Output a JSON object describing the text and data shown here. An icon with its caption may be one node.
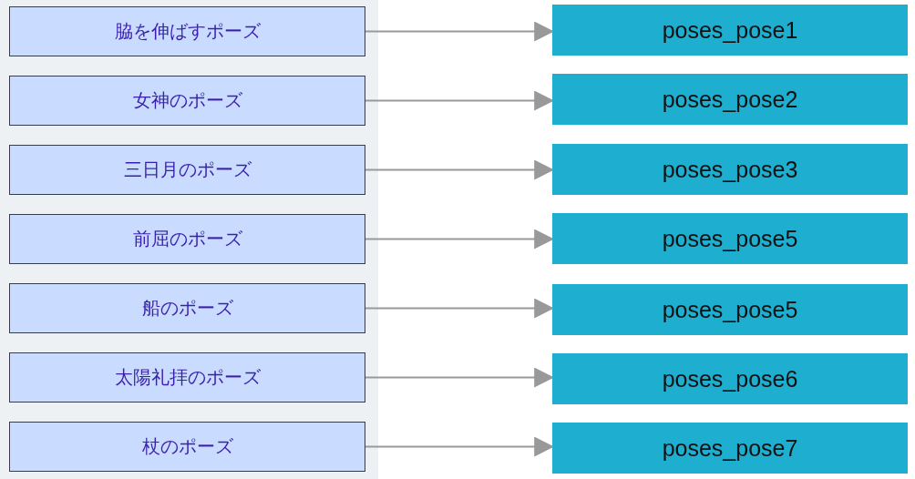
{
  "diagram": {
    "nodes": [
      {
        "text": [
          "脇を伸ばすポーズ"
        ]
      },
      {
        "text": [
          "女神のポーズ"
        ]
      },
      {
        "text": [
          "三日月のポーズ"
        ]
      },
      {
        "text": [
          "前屈のポーズ"
        ]
      },
      {
        "text": [
          "船のポーズ"
        ]
      },
      {
        "text": [
          "太陽礼拝のポーズ"
        ]
      },
      {
        "text": [
          "杖のポーズ"
        ]
      },
      {
        "text": [
          "poses_pose1"
        ]
      },
      {
        "text": [
          "poses_pose2"
        ]
      },
      {
        "text": [
          "poses_pose3"
        ]
      },
      {
        "text": [
          "poses_pose5"
        ]
      },
      {
        "text": [
          "poses_pose5"
        ]
      },
      {
        "text": [
          "poses_pose6"
        ]
      },
      {
        "text": [
          "poses_pose7"
        ]
      }
    ],
    "edges": [
      {
        "from": 0,
        "to": 7,
        "arrow": "to"
      },
      {
        "from": 1,
        "to": 8,
        "arrow": "to"
      },
      {
        "from": 2,
        "to": 9,
        "arrow": "to"
      },
      {
        "from": 3,
        "to": 10,
        "arrow": "to"
      },
      {
        "from": 4,
        "to": 11,
        "arrow": "to"
      },
      {
        "from": 5,
        "to": 12,
        "arrow": "to"
      },
      {
        "from": 6,
        "to": 13,
        "arrow": "to"
      }
    ]
  }
}
